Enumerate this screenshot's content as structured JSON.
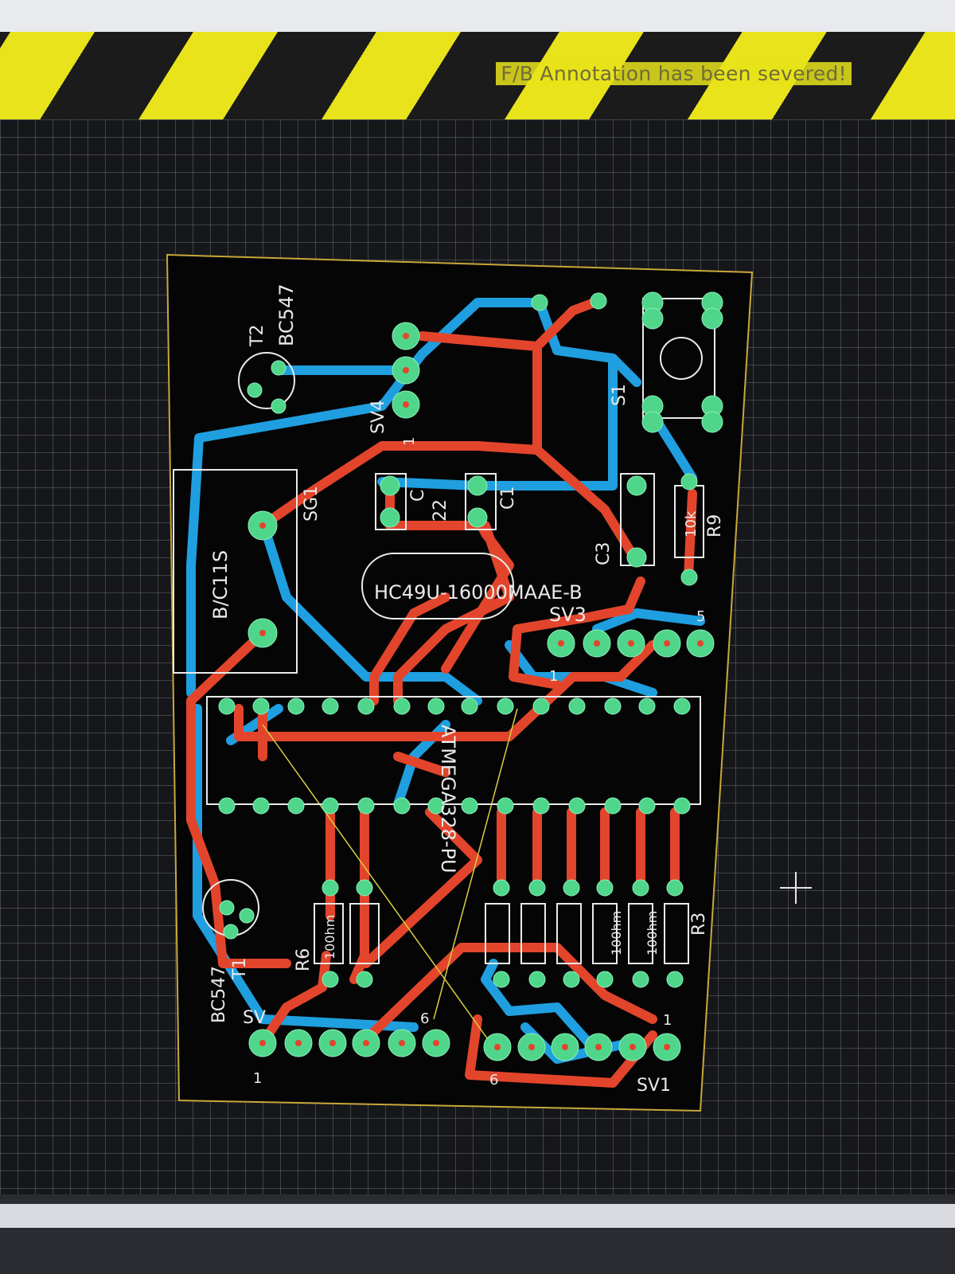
{
  "banner": {
    "message": "F/B Annotation has been severed!"
  },
  "colors": {
    "top_copper": "#e2452b",
    "bottom_copper": "#1f9fe0",
    "pad": "#4fd68b",
    "silkscreen": "#eaeaea",
    "board_outline": "#c8a83a",
    "banner_yellow": "#e8e31a"
  },
  "board": {
    "labels": {
      "t2_name": "T2",
      "t2_value": "BC547",
      "sv4": "SV4",
      "sv4_pin": "1",
      "s1": "S1",
      "sg1": "SG1",
      "bc": "B/C11S",
      "c_cap": "C",
      "c_val": "22",
      "c1": "C1",
      "c3": "C3",
      "r9_val": "10k",
      "r9": "R9",
      "crystal": "HC49U-16000MAAE-B",
      "sv3": "SV3",
      "sv3_pin1": "1",
      "sv3_pin5": "5",
      "ic": "ATMEGA328-PU",
      "t1_name": "T1",
      "t1_value": "BC547",
      "r6": "R6",
      "r_value": "100hm",
      "r3": "R3",
      "sv2": "SV",
      "sv2_pin1": "1",
      "sv2_pin6": "6",
      "sv1": "SV1",
      "sv1_pin1": "1",
      "sv1_pin6": "6"
    }
  }
}
